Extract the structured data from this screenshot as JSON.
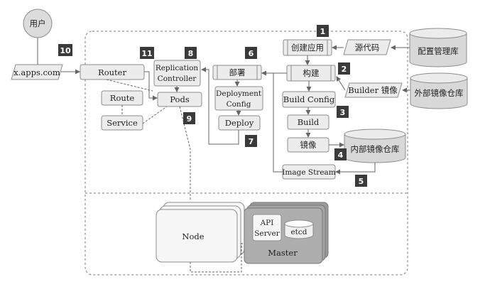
{
  "labels": {
    "user": "用户",
    "domain": "x.apps.com",
    "router": "Router",
    "route": "Route",
    "service": "Service",
    "replication_controller": [
      "Replication",
      "Controller"
    ],
    "pods": "Pods",
    "deploy_section": "部署",
    "deployment_config": [
      "Deployment",
      "Config"
    ],
    "deploy": "Deploy",
    "create_app": "创建应用",
    "source_code": "源代码",
    "config_repo": "配置管理库",
    "build_section": "构建",
    "builder_image": "Builder 镜像",
    "external_registry": "外部镜像仓库",
    "build_config": "Build Config",
    "build": "Build",
    "image": "镜像",
    "internal_registry": "内部镜像仓库",
    "image_stream": "Image Stream",
    "node": "Node",
    "api_server": [
      "API",
      "Server"
    ],
    "etcd": "etcd",
    "master": "Master"
  },
  "badges": [
    "1",
    "2",
    "3",
    "4",
    "5",
    "6",
    "7",
    "8",
    "9",
    "10",
    "11"
  ]
}
